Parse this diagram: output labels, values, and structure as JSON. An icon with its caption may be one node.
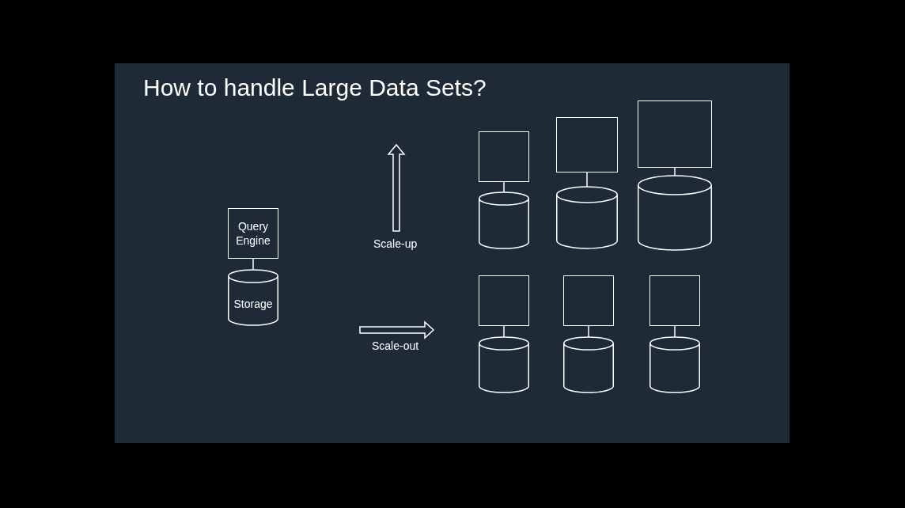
{
  "diagram": {
    "title": "How to handle Large Data Sets?",
    "nodes": [
      {
        "text": [
          "Query Engine"
        ]
      },
      {
        "text": [
          "Storage"
        ]
      },
      {
        "text": [],
        "shape": "box"
      },
      {
        "text": [],
        "shape": "cylinder"
      },
      {
        "text": [],
        "shape": "box"
      },
      {
        "text": [],
        "shape": "cylinder"
      },
      {
        "text": [],
        "shape": "box"
      },
      {
        "text": [],
        "shape": "cylinder"
      },
      {
        "text": [],
        "shape": "box"
      },
      {
        "text": [],
        "shape": "cylinder"
      },
      {
        "text": [],
        "shape": "box"
      },
      {
        "text": [],
        "shape": "cylinder"
      },
      {
        "text": [],
        "shape": "box"
      },
      {
        "text": [],
        "shape": "cylinder"
      }
    ],
    "edges": [
      {
        "from": 0,
        "to": 1,
        "arrow": "none"
      },
      {
        "from": 2,
        "to": 3,
        "arrow": "none"
      },
      {
        "from": 4,
        "to": 5,
        "arrow": "none"
      },
      {
        "from": 6,
        "to": 7,
        "arrow": "none"
      },
      {
        "from": 8,
        "to": 9,
        "arrow": "none"
      },
      {
        "from": 10,
        "to": 11,
        "arrow": "none"
      },
      {
        "from": 12,
        "to": 13,
        "arrow": "none"
      }
    ],
    "labels": [
      "Scale-up",
      "Scale-out"
    ]
  }
}
